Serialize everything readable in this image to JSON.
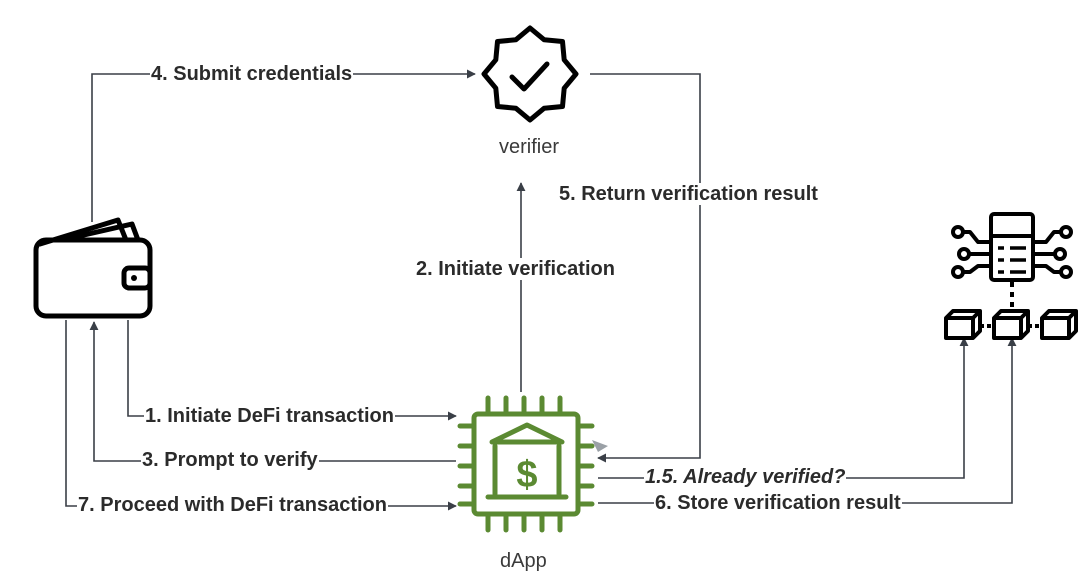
{
  "nodes": {
    "verifier": {
      "label": "verifier"
    },
    "dapp": {
      "label": "dApp"
    }
  },
  "edges": {
    "e1": {
      "label": "1. Initiate DeFi transaction"
    },
    "e1_5": {
      "label": "1.5. Already verified?"
    },
    "e2": {
      "label": "2. Initiate verification"
    },
    "e3": {
      "label": "3. Prompt to verify"
    },
    "e4": {
      "label": "4. Submit credentials"
    },
    "e5": {
      "label": "5. Return verification result"
    },
    "e6": {
      "label": "6. Store verification result"
    },
    "e7": {
      "label": "7. Proceed with DeFi transaction"
    }
  },
  "icons": {
    "wallet": "wallet-icon",
    "verifier": "verified-badge-icon",
    "dapp": "bank-chip-icon",
    "blockchain": "blockchain-node-icon"
  },
  "colors": {
    "line": "#3a3f47",
    "icon": "#000000",
    "dapp_green": "#5b8a32",
    "label_text": "#2b2b2b"
  }
}
